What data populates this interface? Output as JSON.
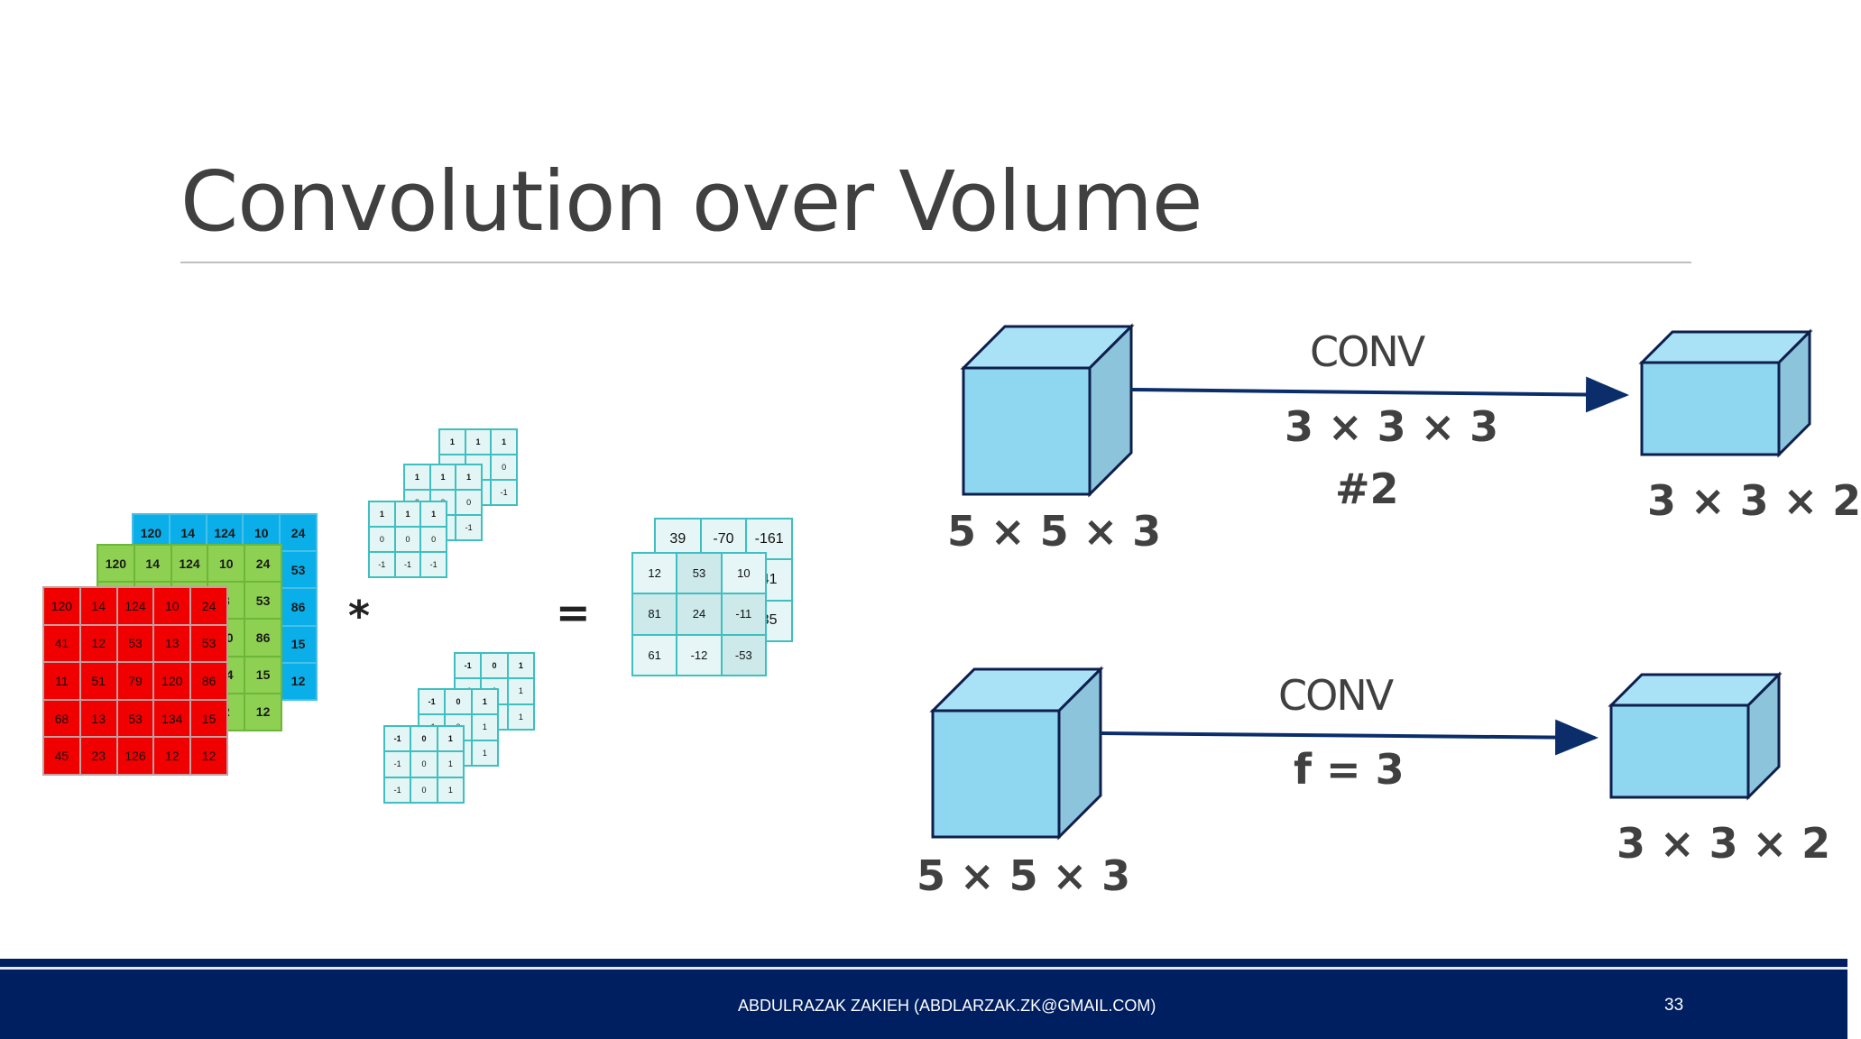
{
  "title": "Convolution over Volume",
  "left": {
    "input_volume": {
      "blue": [
        [
          "120",
          "14",
          "124",
          "10",
          "24"
        ],
        [
          "",
          "",
          "",
          "",
          "53"
        ],
        [
          "",
          "",
          "",
          "",
          "86"
        ],
        [
          "",
          "",
          "",
          "",
          "15"
        ],
        [
          "",
          "",
          "",
          "",
          "12"
        ]
      ],
      "green": [
        [
          "120",
          "14",
          "124",
          "10",
          "24"
        ],
        [
          "",
          "",
          "",
          "3",
          "53"
        ],
        [
          "",
          "",
          "",
          "20",
          "86"
        ],
        [
          "",
          "",
          "",
          "34",
          "15"
        ],
        [
          "",
          "",
          "",
          "2",
          "12"
        ]
      ],
      "red": [
        [
          "120",
          "14",
          "124",
          "10",
          "24"
        ],
        [
          "41",
          "12",
          "53",
          "13",
          "53"
        ],
        [
          "11",
          "51",
          "79",
          "120",
          "86"
        ],
        [
          "68",
          "13",
          "53",
          "134",
          "15"
        ],
        [
          "45",
          "23",
          "126",
          "12",
          "12"
        ]
      ]
    },
    "filter1": {
      "back": [
        [
          "1",
          "1",
          "1"
        ],
        [
          "0",
          "0",
          "0"
        ],
        [
          "",
          "",
          "-1"
        ]
      ],
      "mid": [
        [
          "1",
          "1",
          "1"
        ],
        [
          "0",
          "0",
          "0"
        ],
        [
          "",
          "",
          "-1"
        ]
      ],
      "front": [
        [
          "1",
          "1",
          "1"
        ],
        [
          "0",
          "0",
          "0"
        ],
        [
          "-1",
          "-1",
          "-1"
        ]
      ]
    },
    "filter2": {
      "back": [
        [
          "-1",
          "0",
          "1"
        ],
        [
          "-1",
          "0",
          "1"
        ],
        [
          "",
          "",
          "1"
        ]
      ],
      "mid": [
        [
          "-1",
          "0",
          "1"
        ],
        [
          "-1",
          "0",
          "1"
        ],
        [
          "",
          "",
          "1"
        ]
      ],
      "front": [
        [
          "-1",
          "0",
          "1"
        ],
        [
          "-1",
          "0",
          "1"
        ],
        [
          "-1",
          "0",
          "1"
        ]
      ]
    },
    "conv_operator": "*",
    "equals": "=",
    "output": {
      "back": [
        [
          "39",
          "-70",
          "-161"
        ],
        [
          "",
          "",
          "41"
        ],
        [
          "",
          "",
          "35"
        ]
      ],
      "front": [
        [
          "12",
          "53",
          "10"
        ],
        [
          "81",
          "24",
          "-11"
        ],
        [
          "61",
          "-12",
          "-53"
        ]
      ]
    }
  },
  "right": {
    "top": {
      "input_label": "5 × 5 × 3",
      "conv": "CONV",
      "kernel": "3 × 3 × 3",
      "count": "#2",
      "output_label": "3 × 3 × 2"
    },
    "bottom": {
      "input_label": "5 × 5 × 3",
      "conv": "CONV",
      "kernel": "f = 3",
      "output_label": "3 × 3 × 2"
    }
  },
  "footer": {
    "author": "ABDULRAZAK ZAKIEH (ABDLARZAK.ZK@GMAIL.COM)",
    "page": "33"
  },
  "colors": {
    "footer_bg": "#001f60",
    "cube_front": "#8fd7f0",
    "cube_top": "#a9e2f6",
    "cube_side": "#8cc4dc",
    "arrow": "#0b2e6b"
  }
}
